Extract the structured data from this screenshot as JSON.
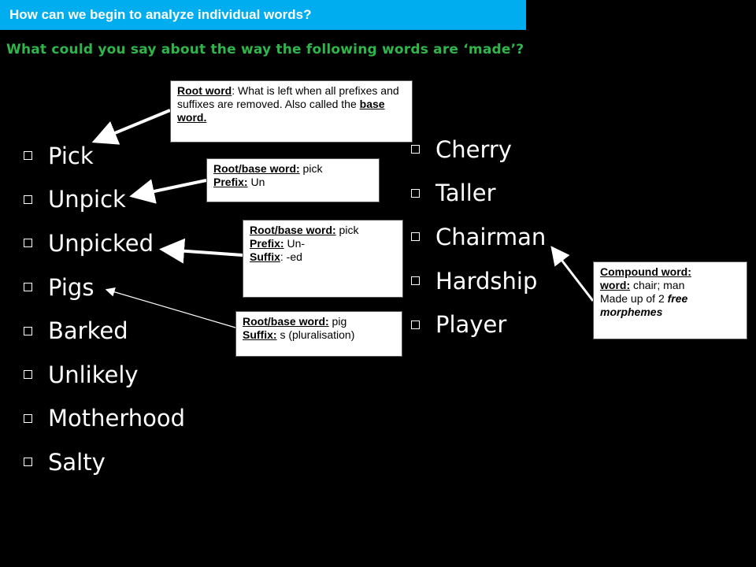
{
  "header": {
    "title": "How can we begin to analyze individual words?"
  },
  "subtitle": "What could you say about the way the following words are ‘made’?",
  "left_words": [
    "Pick",
    "Unpick",
    "Unpicked",
    "Pigs",
    "Barked",
    "Unlikely",
    "Motherhood",
    "Salty"
  ],
  "right_words": [
    "Cherry",
    "Taller",
    "Chairman",
    "Hardship",
    "Player"
  ],
  "notes": {
    "root": {
      "term": "Root word",
      "definition": ": What is left when all prefixes and suffixes are removed. Also called the ",
      "base": "base word."
    },
    "unpick": {
      "root_label": "Root/base word:",
      "root_value": " pick",
      "prefix_label": "Prefix:",
      "prefix_value": " Un"
    },
    "unpicked": {
      "root_label": "Root/base word:",
      "root_value": " pick",
      "prefix_label": "Prefix:",
      "prefix_value": " Un-",
      "suffix_label": "Suffix",
      "suffix_value": ": -ed"
    },
    "pigs": {
      "root_label": "Root/base word:",
      "root_value": " pig",
      "suffix_label": "Suffix:",
      "suffix_value": " s (pluralisation)"
    },
    "compound": {
      "heading": "Compound word:",
      "word_label": "word:",
      "word_value": " chair; man",
      "line3": "Made up of 2 ",
      "free": "free",
      "morphemes": "morphemes"
    }
  },
  "colors": {
    "header_bg": "#00aeef",
    "subtitle": "#2fb64b",
    "background": "#000000"
  }
}
